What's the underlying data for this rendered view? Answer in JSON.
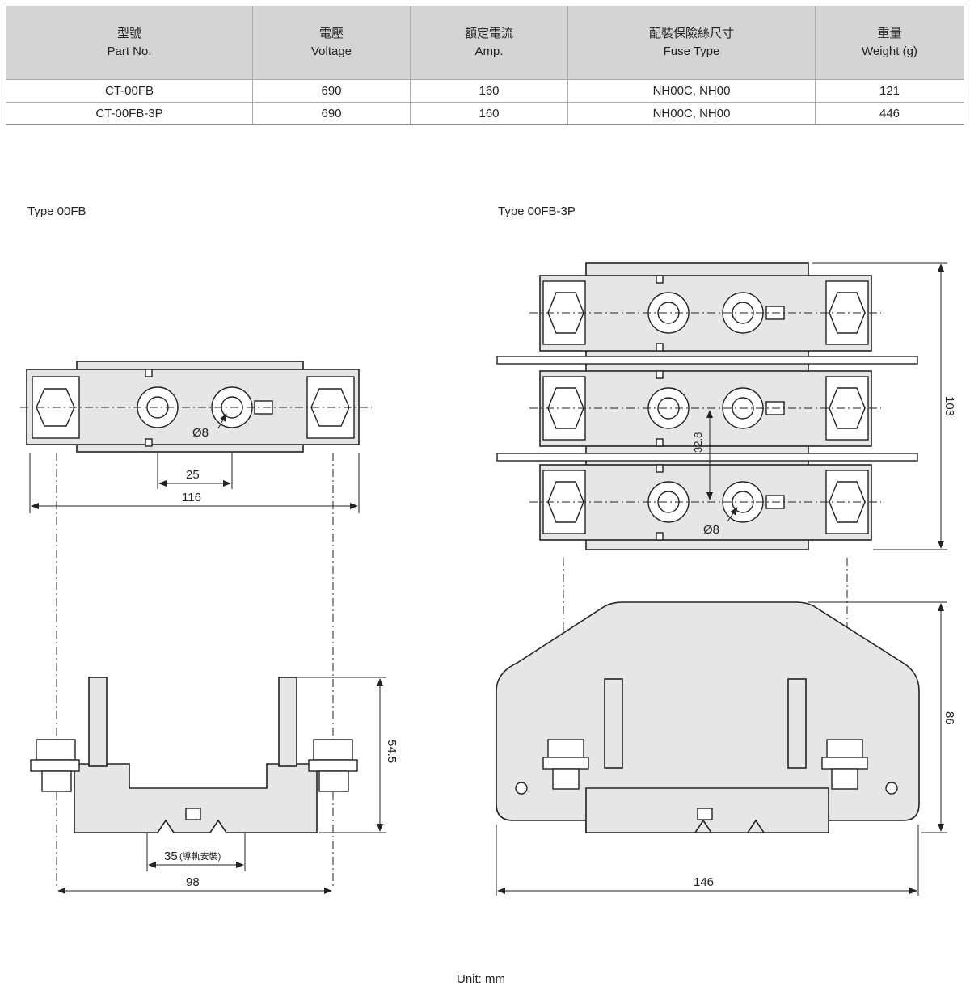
{
  "table": {
    "headers": [
      {
        "zh": "型號",
        "en": "Part No."
      },
      {
        "zh": "電壓",
        "en": "Voltage"
      },
      {
        "zh": "額定電流",
        "en": "Amp."
      },
      {
        "zh": "配裝保險絲尺寸",
        "en": "Fuse Type"
      },
      {
        "zh": "重量",
        "en": "Weight (g)"
      }
    ],
    "rows": [
      [
        "CT-00FB",
        "690",
        "160",
        "NH00C, NH00",
        "121"
      ],
      [
        "CT-00FB-3P",
        "690",
        "160",
        "NH00C, NH00",
        "446"
      ]
    ]
  },
  "drawings": {
    "left_title": "Type 00FB",
    "right_title": "Type 00FB-3P",
    "left_dims": {
      "hole": "Ø8",
      "pitch": "25",
      "length": "116",
      "height": "54.5",
      "rail": "35",
      "rail_note": "(導軌安裝)",
      "width": "98"
    },
    "right_dims": {
      "hole": "Ø8",
      "pole_pitch": "32.8",
      "height_top": "103",
      "height_side": "86",
      "width": "146"
    }
  },
  "footer": {
    "unit": "Unit: mm"
  }
}
